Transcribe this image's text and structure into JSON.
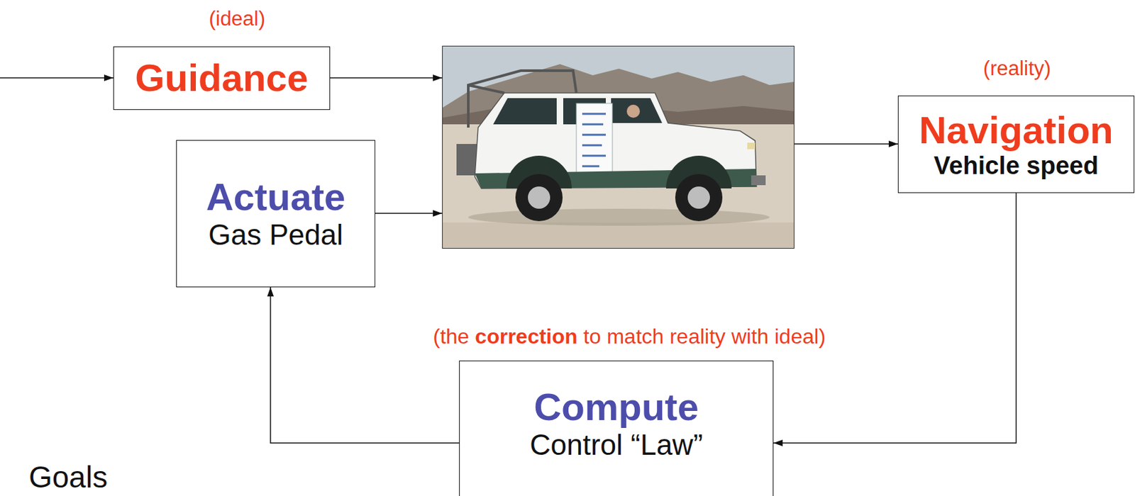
{
  "diagram": {
    "nodes": [
      {
        "text": [
          "Guidance"
        ]
      },
      {
        "text": [
          "Actuate",
          "Gas Pedal"
        ]
      },
      {
        "text": [
          "Navigation",
          "Vehicle speed"
        ]
      },
      {
        "text": [
          "Compute",
          "Control “Law”"
        ]
      }
    ],
    "edges": [
      {
        "from": 2,
        "to": 3,
        "arrow": "to"
      },
      {
        "from": 3,
        "to": 1,
        "arrow": "to"
      }
    ],
    "labels": [
      "(ideal)",
      "(reality)",
      "(the",
      "correction",
      "to match reality with ideal)",
      "Goals"
    ]
  }
}
